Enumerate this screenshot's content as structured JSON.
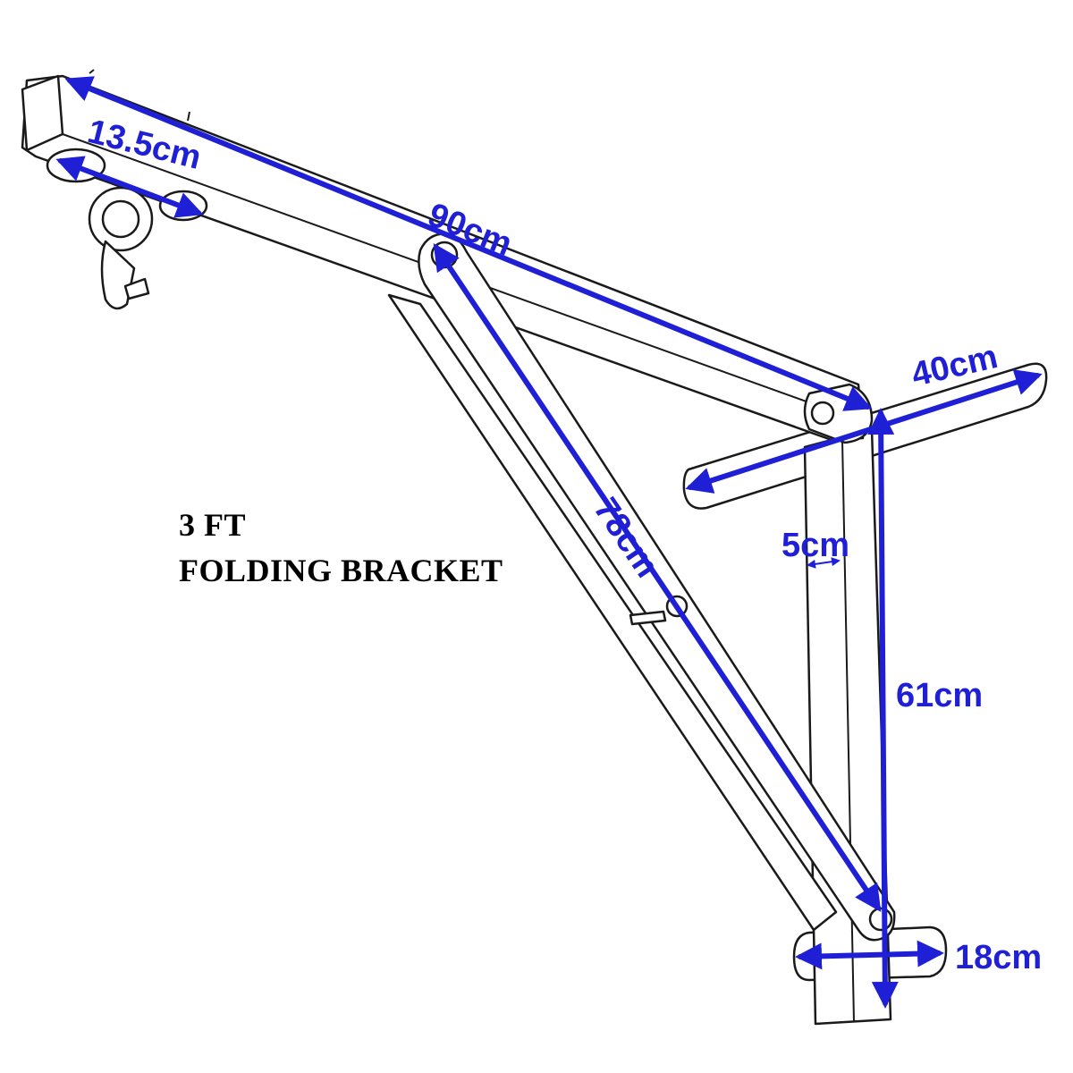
{
  "caption": {
    "line1": "3 FT",
    "line2": "FOLDING BRACKET"
  },
  "dimensions": {
    "top_arm_length": "90cm",
    "shackle_spacing": "13.5cm",
    "brace_length": "78cm",
    "wall_post_height": "61cm",
    "top_plate_width": "40cm",
    "tube_width": "5cm",
    "bottom_plate_width": "18cm"
  },
  "colors": {
    "dimension": "#1f1fd6",
    "drawing": "#1a1a1a",
    "background": "#ffffff"
  }
}
